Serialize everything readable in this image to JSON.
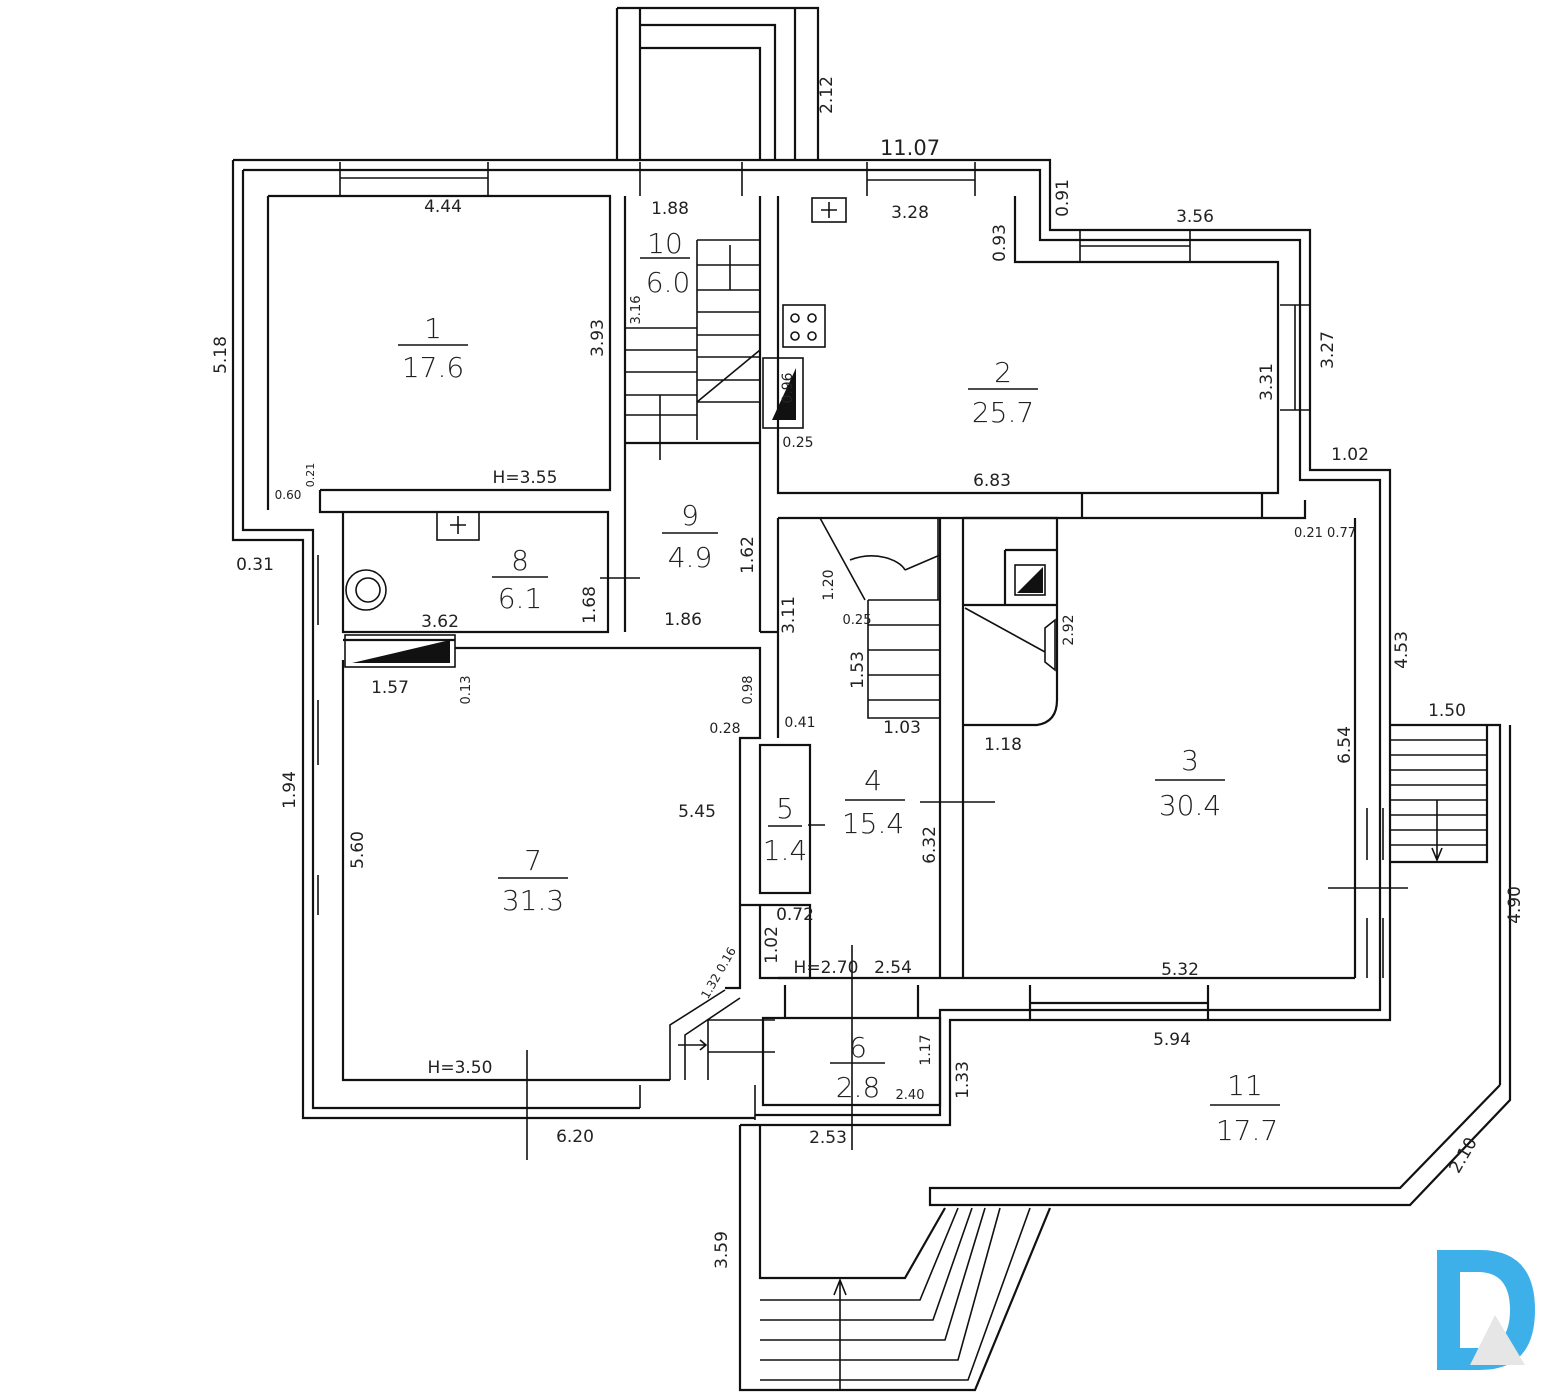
{
  "rooms": [
    {
      "number": "1",
      "area": "17.6"
    },
    {
      "number": "2",
      "area": "25.7"
    },
    {
      "number": "3",
      "area": "30.4"
    },
    {
      "number": "4",
      "area": "15.4"
    },
    {
      "number": "5",
      "area": "1.4"
    },
    {
      "number": "6",
      "area": "2.8"
    },
    {
      "number": "7",
      "area": "31.3"
    },
    {
      "number": "8",
      "area": "6.1"
    },
    {
      "number": "9",
      "area": "4.9"
    },
    {
      "number": "10",
      "area": "6.0"
    },
    {
      "number": "11",
      "area": "17.7"
    }
  ],
  "dimensions": [
    "2.12",
    "11.07",
    "4.44",
    "1.88",
    "3.28",
    "0.93",
    "0.91",
    "3.56",
    "5.18",
    "3.93",
    "3.16",
    "0.96",
    "0.25",
    "3.31",
    "3.27",
    "1.02",
    "H=3.55",
    "0.60",
    "0.21",
    "6.83",
    "0.21 0.77",
    "0.31",
    "1.20",
    "1.62",
    "3.11",
    "1.68",
    "3.62",
    "1.86",
    "0.25",
    "2.92",
    "4.53",
    "1.53",
    "1.57",
    "0.13",
    "0.98",
    "0.28",
    "0.41",
    "1.03",
    "1.50",
    "1.18",
    "6.54",
    "5.45",
    "1.94",
    "6.32",
    "5.60",
    "0.72",
    "1.02",
    "4.90",
    "1.32 0.16",
    "H=2.70",
    "2.54",
    "5.32",
    "1.17",
    "5.94",
    "1.33",
    "H=3.50",
    "2.40",
    "6.20",
    "2.53",
    "2.10",
    "3.59"
  ],
  "logo": {
    "letter": "D",
    "color": "#3db0ea"
  }
}
